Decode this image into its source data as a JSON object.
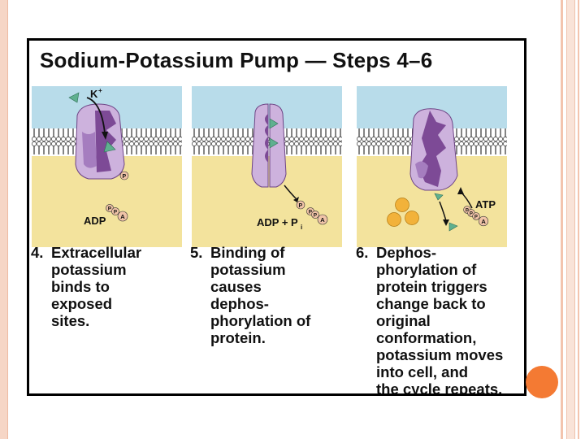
{
  "title": "Sodium-Potassium Pump — Steps 4–6",
  "labels": {
    "k_plus": "K",
    "k_sup": "+",
    "adp": "ADP",
    "adp_pi": "ADP + P",
    "pi_sub": "i",
    "atp": "ATP",
    "p": "P",
    "a": "A"
  },
  "steps": [
    {
      "number": "4.",
      "lines": [
        "Extracellular",
        "potassium",
        "binds to",
        "exposed",
        "sites."
      ]
    },
    {
      "number": "5.",
      "lines": [
        "Binding of",
        "potassium",
        "causes",
        "dephos-",
        "phorylation of",
        "protein."
      ]
    },
    {
      "number": "6.",
      "lines": [
        "Dephos-",
        "phorylation of",
        "protein triggers",
        "change back to",
        "original",
        "conformation,",
        "potassium moves",
        "into cell, and",
        "the cycle repeats."
      ]
    }
  ],
  "colors": {
    "extracellular": "#b8dcea",
    "cytoplasm": "#f3e39d",
    "protein_light": "#cdb2dd",
    "protein_dark": "#7d4a96",
    "potassium": "#5fb08f",
    "sodium": "#f2b23a",
    "phosphate": "#f0c3a7",
    "accent_dot": "#f47a33"
  }
}
